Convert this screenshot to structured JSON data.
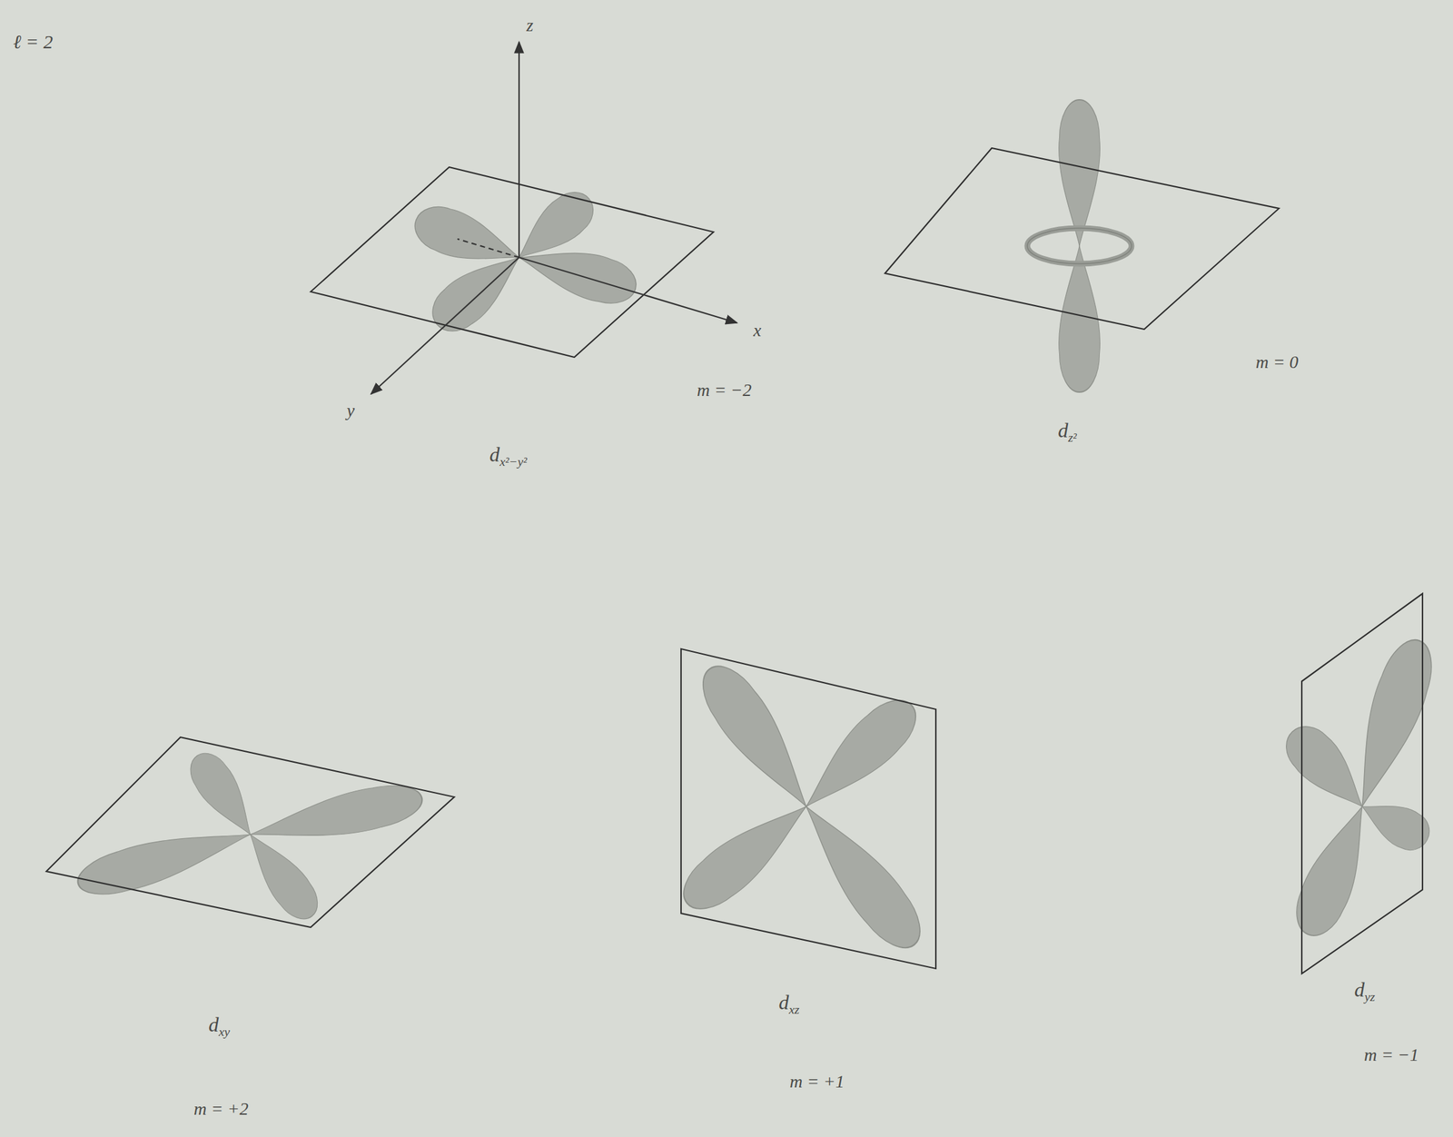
{
  "diagram": {
    "labels": [
      "ℓ = 2",
      "z",
      "x",
      "y",
      "dx²−y²",
      "m = −2",
      "dz²",
      "m = 0",
      "dxy",
      "m = +2",
      "dxz",
      "m = +1",
      "dyz",
      "m = −1"
    ]
  }
}
